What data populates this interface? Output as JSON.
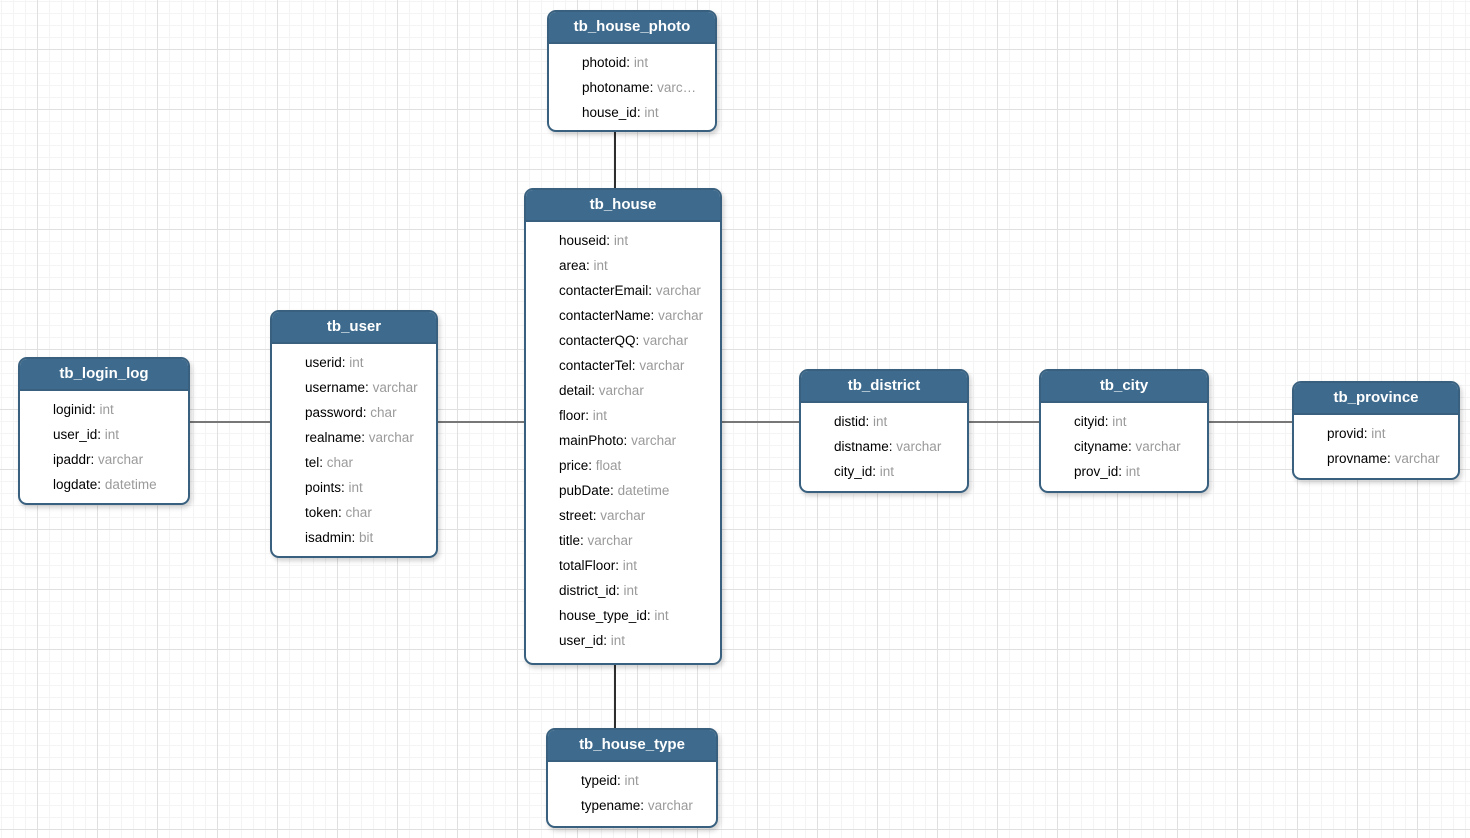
{
  "diagram": {
    "colors": {
      "header_bg": "#3e6b8d",
      "table_border": "#39617f",
      "header_text": "#ffffff",
      "field_name_text": "#000000",
      "field_type_text": "#9a9a9a",
      "horizontal_connector": "#777777",
      "vertical_connector": "#2e2e2e",
      "grid_major": "#e0e0e0",
      "grid_minor": "#f4f4f4"
    },
    "tables": [
      {
        "title": "tb_house_photo",
        "fields": [
          {
            "name": "photoid",
            "type": "int"
          },
          {
            "name": "photoname",
            "type": "varc…"
          },
          {
            "name": "house_id",
            "type": "int"
          }
        ]
      },
      {
        "title": "tb_house",
        "fields": [
          {
            "name": "houseid",
            "type": "int"
          },
          {
            "name": "area",
            "type": "int"
          },
          {
            "name": "contacterEmail",
            "type": "varchar"
          },
          {
            "name": "contacterName",
            "type": "varchar"
          },
          {
            "name": "contacterQQ",
            "type": "varchar"
          },
          {
            "name": "contacterTel",
            "type": "varchar"
          },
          {
            "name": "detail",
            "type": "varchar"
          },
          {
            "name": "floor",
            "type": "int"
          },
          {
            "name": "mainPhoto",
            "type": "varchar"
          },
          {
            "name": "price",
            "type": "float"
          },
          {
            "name": "pubDate",
            "type": "datetime"
          },
          {
            "name": "street",
            "type": "varchar"
          },
          {
            "name": "title",
            "type": "varchar"
          },
          {
            "name": "totalFloor",
            "type": "int"
          },
          {
            "name": "district_id",
            "type": "int"
          },
          {
            "name": "house_type_id",
            "type": "int"
          },
          {
            "name": "user_id",
            "type": "int"
          }
        ]
      },
      {
        "title": "tb_user",
        "fields": [
          {
            "name": "userid",
            "type": "int"
          },
          {
            "name": "username",
            "type": "varchar"
          },
          {
            "name": "password",
            "type": "char"
          },
          {
            "name": "realname",
            "type": "varchar"
          },
          {
            "name": "tel",
            "type": "char"
          },
          {
            "name": "points",
            "type": "int"
          },
          {
            "name": "token",
            "type": "char"
          },
          {
            "name": "isadmin",
            "type": "bit"
          }
        ]
      },
      {
        "title": "tb_login_log",
        "fields": [
          {
            "name": "loginid",
            "type": "int"
          },
          {
            "name": "user_id",
            "type": "int"
          },
          {
            "name": "ipaddr",
            "type": "varchar"
          },
          {
            "name": "logdate",
            "type": "datetime"
          }
        ]
      },
      {
        "title": "tb_district",
        "fields": [
          {
            "name": "distid",
            "type": "int"
          },
          {
            "name": "distname",
            "type": "varchar"
          },
          {
            "name": "city_id",
            "type": "int"
          }
        ]
      },
      {
        "title": "tb_city",
        "fields": [
          {
            "name": "cityid",
            "type": "int"
          },
          {
            "name": "cityname",
            "type": "varchar"
          },
          {
            "name": "prov_id",
            "type": "int"
          }
        ]
      },
      {
        "title": "tb_province",
        "fields": [
          {
            "name": "provid",
            "type": "int"
          },
          {
            "name": "provname",
            "type": "varchar"
          }
        ]
      },
      {
        "title": "tb_house_type",
        "fields": [
          {
            "name": "typeid",
            "type": "int"
          },
          {
            "name": "typename",
            "type": "varchar"
          }
        ]
      }
    ],
    "connectors": [
      {
        "from": "tb_login_log",
        "to": "tb_user",
        "orientation": "horizontal"
      },
      {
        "from": "tb_user",
        "to": "tb_house",
        "orientation": "horizontal"
      },
      {
        "from": "tb_house",
        "to": "tb_district",
        "orientation": "horizontal"
      },
      {
        "from": "tb_district",
        "to": "tb_city",
        "orientation": "horizontal"
      },
      {
        "from": "tb_city",
        "to": "tb_province",
        "orientation": "horizontal"
      },
      {
        "from": "tb_house_photo",
        "to": "tb_house",
        "orientation": "vertical"
      },
      {
        "from": "tb_house",
        "to": "tb_house_type",
        "orientation": "vertical"
      }
    ]
  }
}
